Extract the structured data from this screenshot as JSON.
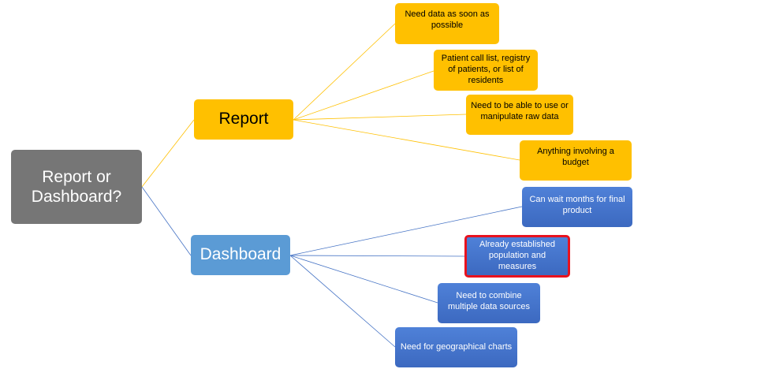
{
  "root": {
    "label": "Report or Dashboard?"
  },
  "report": {
    "label": "Report",
    "items": [
      "Need data as soon as possible",
      "Patient call list, registry of patients, or list of residents",
      "Need to be able to use or manipulate raw data",
      "Anything involving a budget"
    ]
  },
  "dashboard": {
    "label": "Dashboard",
    "items": [
      "Can wait months for final product",
      "Already established population and measures",
      "Need to combine multiple data sources",
      "Need for geographical charts"
    ],
    "highlighted_item": "Already established population and measures"
  },
  "colors": {
    "root": "#767676",
    "report": "#ffc000",
    "dashboard": "#5b9bd5",
    "dashboard_leaf": "#4472c4",
    "highlight_border": "#e8121e",
    "report_line": "#ffc000",
    "dashboard_line": "#4472c4"
  }
}
